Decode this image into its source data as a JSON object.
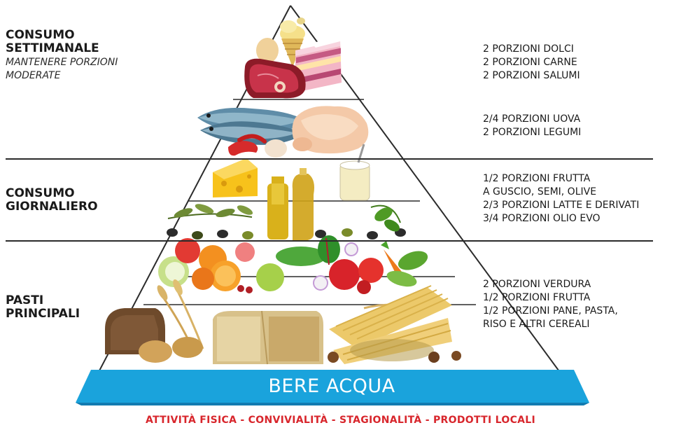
{
  "sections": {
    "weekly": {
      "title_line1": "CONSUMO",
      "title_line2": "SETTIMANALE",
      "subtitle_line1": "MANTENERE PORZIONI",
      "subtitle_line2": "MODERATE",
      "group_a": [
        "2 PORZIONI DOLCI",
        "2 PORZIONI CARNE",
        "2 PORZIONI SALUMI"
      ],
      "group_b": [
        "2/4 PORZIONI UOVA",
        "2 PORZIONI LEGUMI"
      ]
    },
    "daily": {
      "title_line1": "CONSUMO",
      "title_line2": "GIORNALIERO",
      "items": [
        "1/2 PORZIONI FRUTTA",
        "A GUSCIO, SEMI, OLIVE",
        "2/3 PORZIONI LATTE E DERIVATI",
        "3/4 PORZIONI OLIO EVO"
      ]
    },
    "meals": {
      "title_line1": "PASTI",
      "title_line2": "PRINCIPALI",
      "items": [
        "2 PORZIONI VERDURA",
        "1/2 PORZIONI FRUTTA",
        "1/2 PORZIONI PANE, PASTA,",
        "RISO E ALTRI CEREALI"
      ]
    }
  },
  "base": {
    "label": "BERE ACQUA"
  },
  "footer": "ATTIVITÀ FISICA - CONVIVIALITÀ - STAGIONALITÀ - PRODOTTI LOCALI",
  "colors": {
    "water": "#1aa3dc",
    "water_dark": "#127bb0",
    "footer_text": "#d8262c",
    "lines": "#2b2b2b"
  },
  "icons": [
    "gelato-icon",
    "cake-icon",
    "meat-icon",
    "fish-icon",
    "chicken-icon",
    "egg-icon",
    "cheese-icon",
    "olive-oil-icon",
    "yogurt-icon",
    "olive-branch-icon",
    "apple-icon",
    "orange-icon",
    "tomato-icon",
    "carrot-icon",
    "lettuce-icon",
    "bread-icon",
    "pasta-icon",
    "wheat-icon",
    "hazelnut-icon"
  ]
}
